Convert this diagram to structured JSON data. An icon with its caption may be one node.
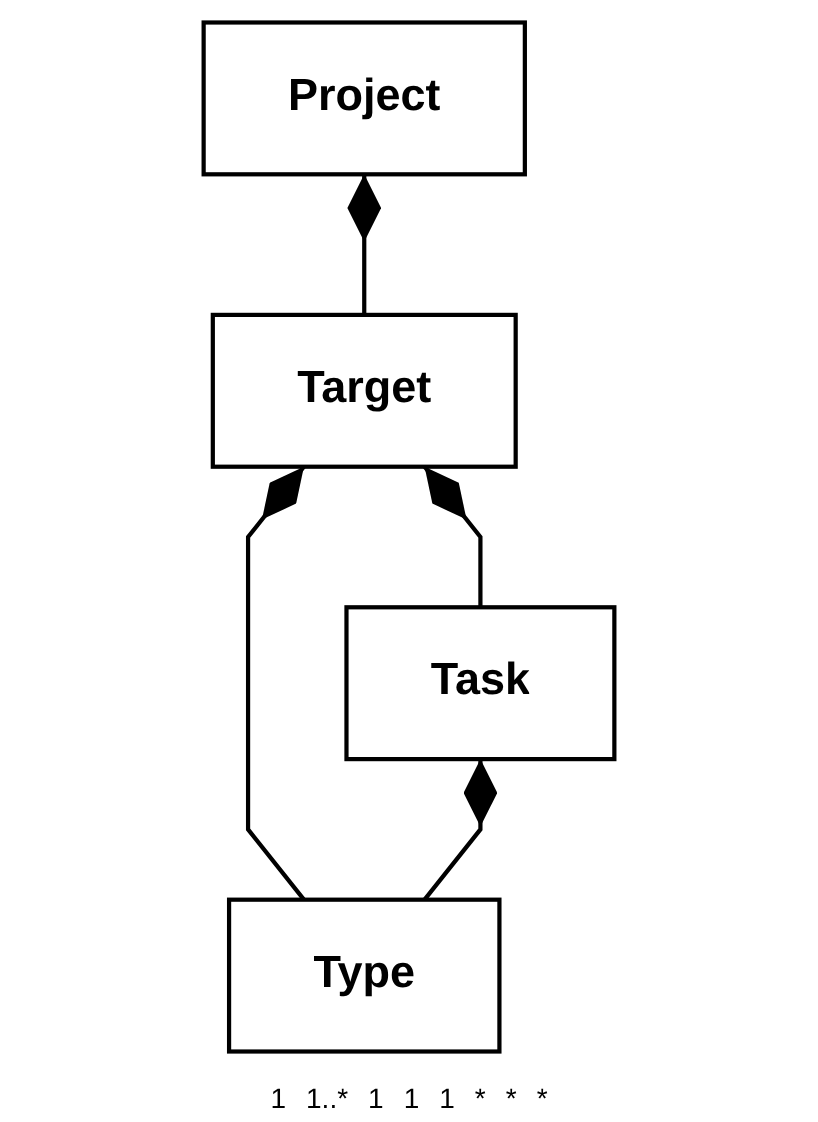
{
  "diagram": {
    "nodes": [
      {
        "text": [
          "Project"
        ]
      },
      {
        "text": [
          "Target"
        ]
      },
      {
        "text": [
          "Type"
        ]
      },
      {
        "text": [
          "Task"
        ]
      }
    ],
    "edges": [
      {
        "from": 0,
        "to": 1,
        "arrow": "other"
      },
      {
        "from": 1,
        "to": 2,
        "arrow": "other"
      },
      {
        "from": 1,
        "to": 3,
        "arrow": "other"
      },
      {
        "from": 3,
        "to": 2,
        "arrow": "other"
      }
    ],
    "labels": [
      "1",
      "1..*",
      "1",
      "1",
      "1",
      "*",
      "*",
      "*"
    ]
  }
}
